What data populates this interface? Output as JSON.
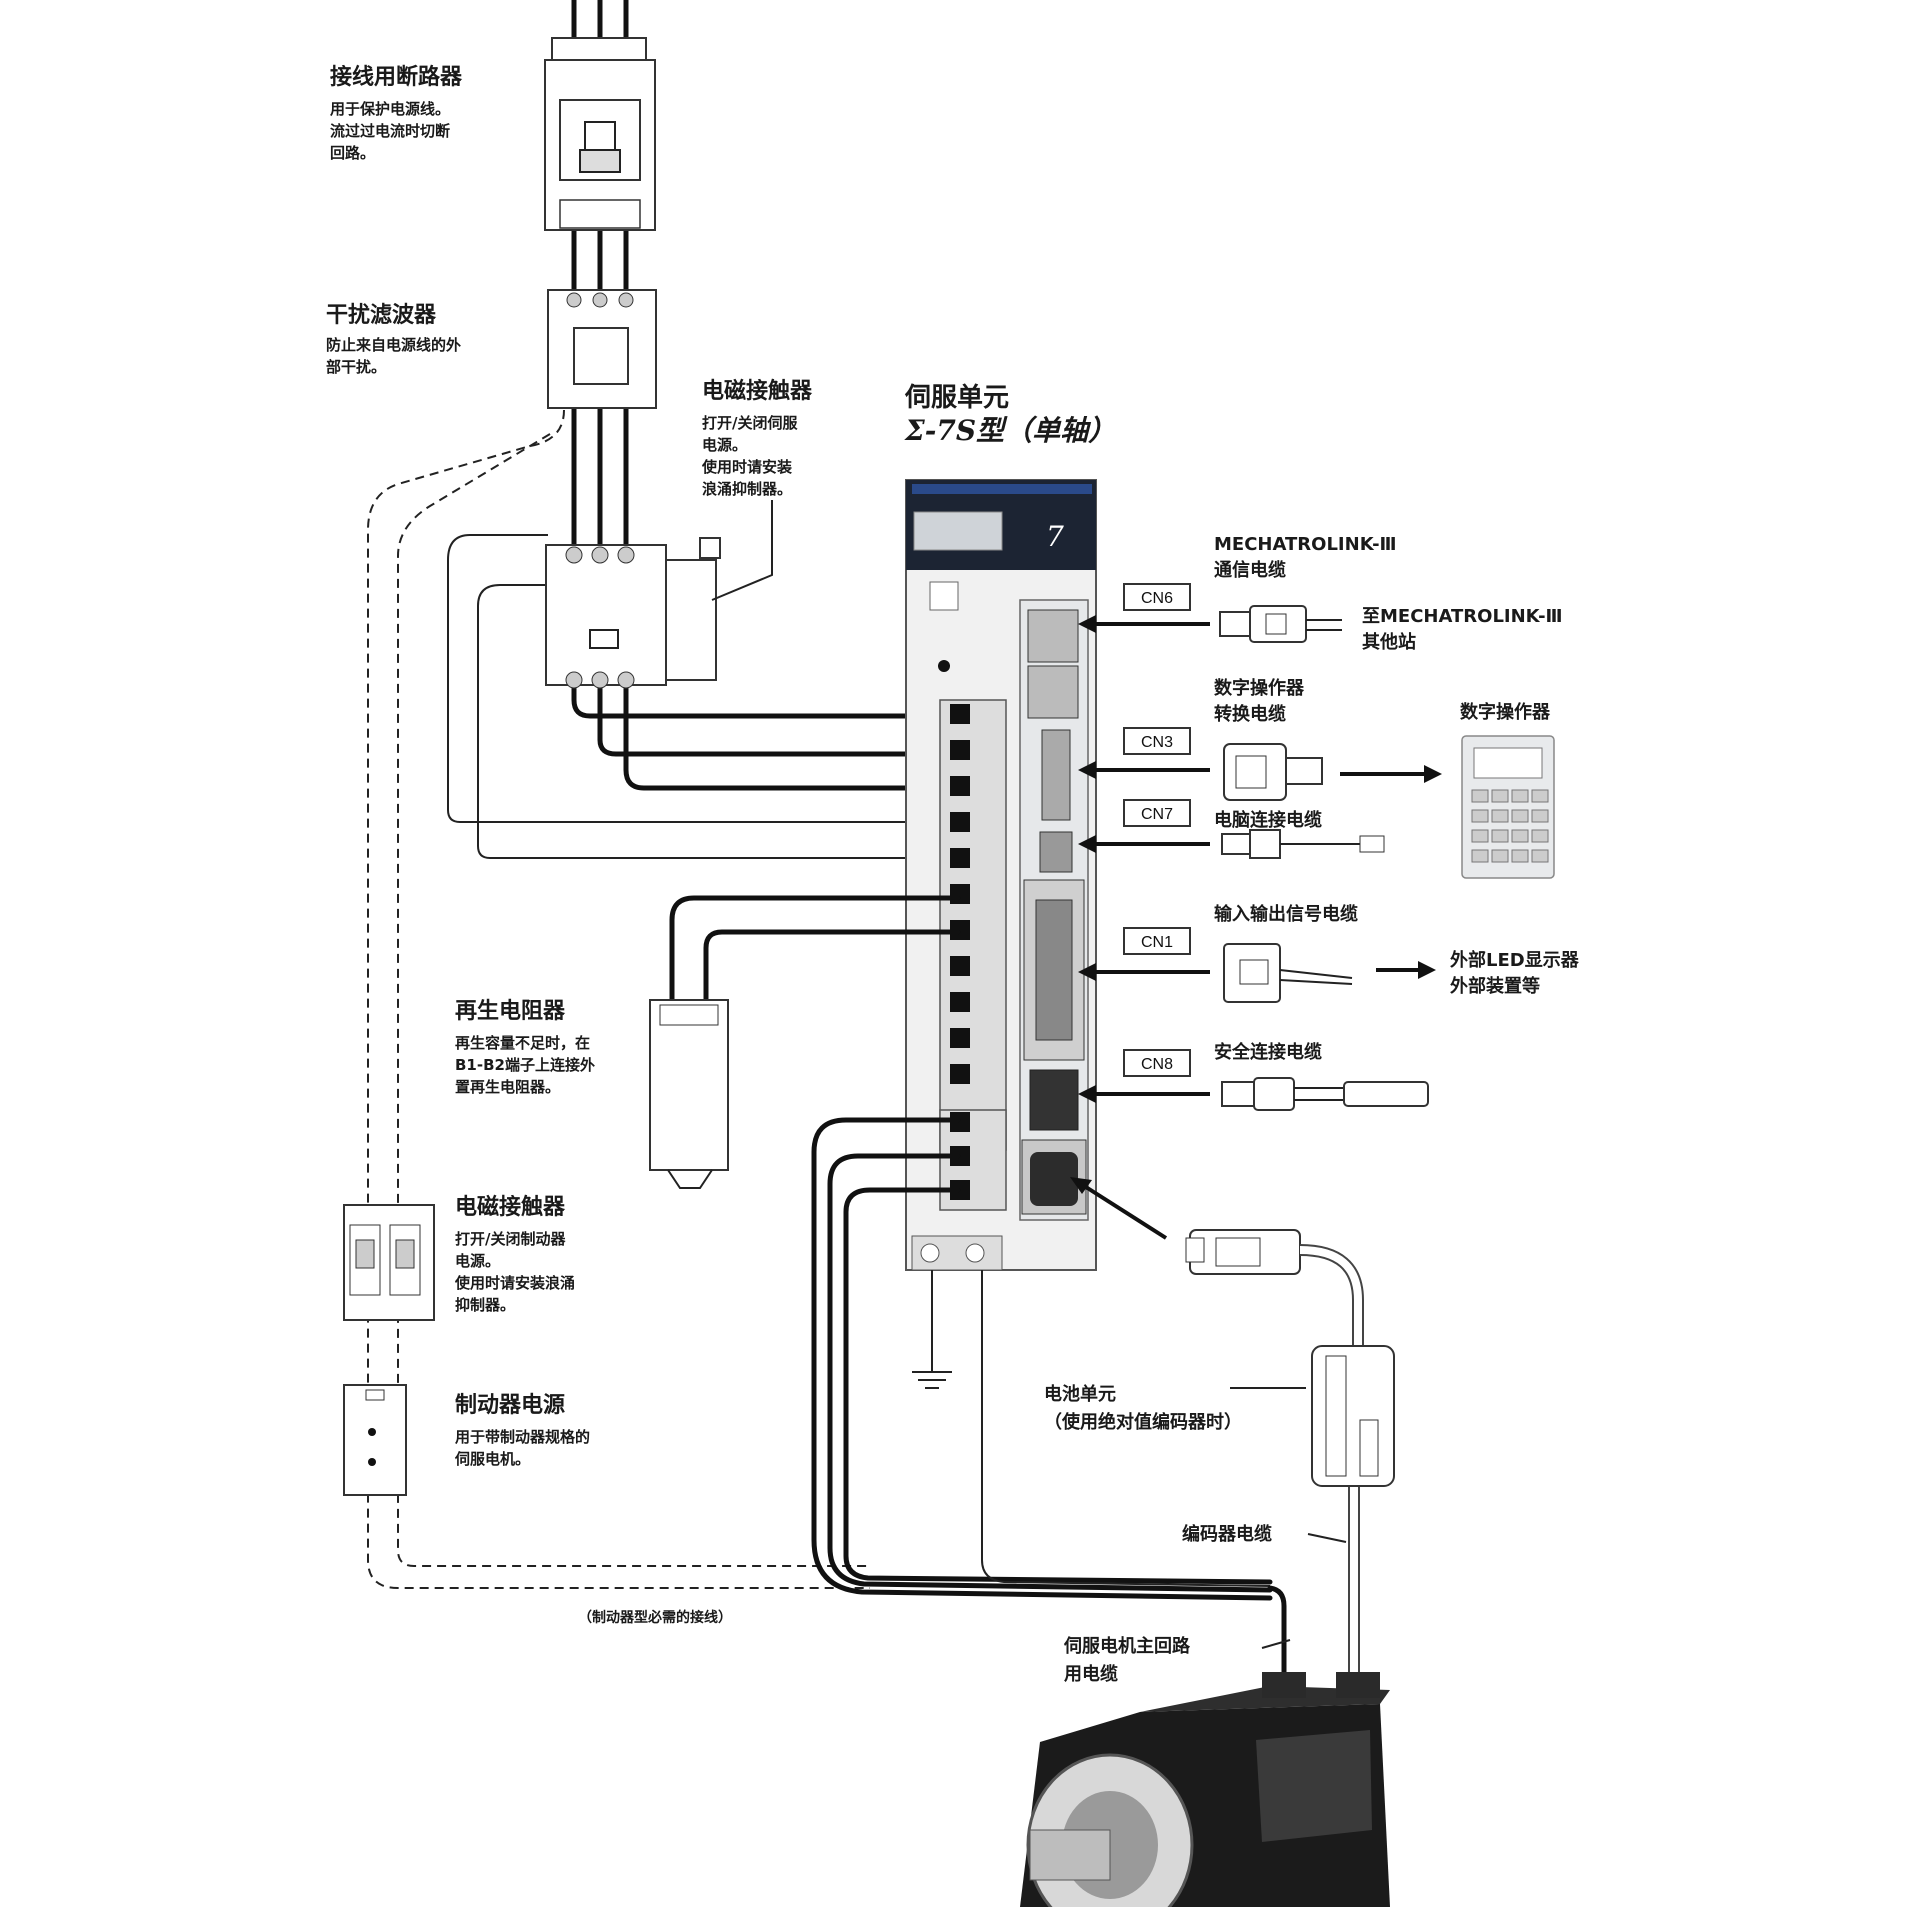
{
  "components": {
    "breaker": {
      "title": "接线用断路器",
      "desc": [
        "用于保护电源线。",
        "流过过电流时切断",
        "回路。"
      ]
    },
    "filter": {
      "title": "干扰滤波器",
      "desc": [
        "防止来自电源线的外",
        "部干扰。"
      ]
    },
    "contactor_main": {
      "title": "电磁接触器",
      "desc": [
        "打开/关闭伺服",
        "电源。",
        "使用时请安装",
        "浪涌抑制器。"
      ]
    },
    "servo_unit": {
      "title": "伺服单元",
      "model": "Σ-7S型（单轴）"
    },
    "regen_resistor": {
      "title": "再生电阻器",
      "desc": [
        "再生容量不足时，在",
        "B1-B2端子上连接外",
        "置再生电阻器。"
      ]
    },
    "contactor_brake": {
      "title": "电磁接触器",
      "desc": [
        "打开/关闭制动器",
        "电源。",
        "使用时请安装浪涌",
        "抑制器。"
      ]
    },
    "brake_power": {
      "title": "制动器电源",
      "desc": [
        "用于带制动器规格的",
        "伺服电机。"
      ]
    },
    "brake_note": "（制动器型必需的接线）",
    "battery": {
      "title": "电池单元",
      "subtitle": "（使用绝对值编码器时）"
    },
    "encoder_cable": "编码器电缆",
    "motor_cable": [
      "伺服电机主回路",
      "用电缆"
    ]
  },
  "ports": {
    "cn6": {
      "label": "CN6",
      "cable": [
        "MECHATROLINK-Ⅲ",
        "通信电缆"
      ],
      "dest": [
        "至MECHATROLINK-Ⅲ",
        "其他站"
      ]
    },
    "cn3": {
      "label": "CN3",
      "cable": [
        "数字操作器",
        "转换电缆"
      ],
      "dest": "数字操作器"
    },
    "cn7": {
      "label": "CN7",
      "cable": "电脑连接电缆"
    },
    "cn1": {
      "label": "CN1",
      "cable": "输入输出信号电缆",
      "dest": [
        "外部LED显示器",
        "外部装置等"
      ]
    },
    "cn8": {
      "label": "CN8",
      "cable": "安全连接电缆"
    }
  },
  "colors": {
    "wire": "#111111",
    "panel": "#eceff1",
    "motor": "#1b1b1b",
    "accent": "#2a4a8a"
  }
}
